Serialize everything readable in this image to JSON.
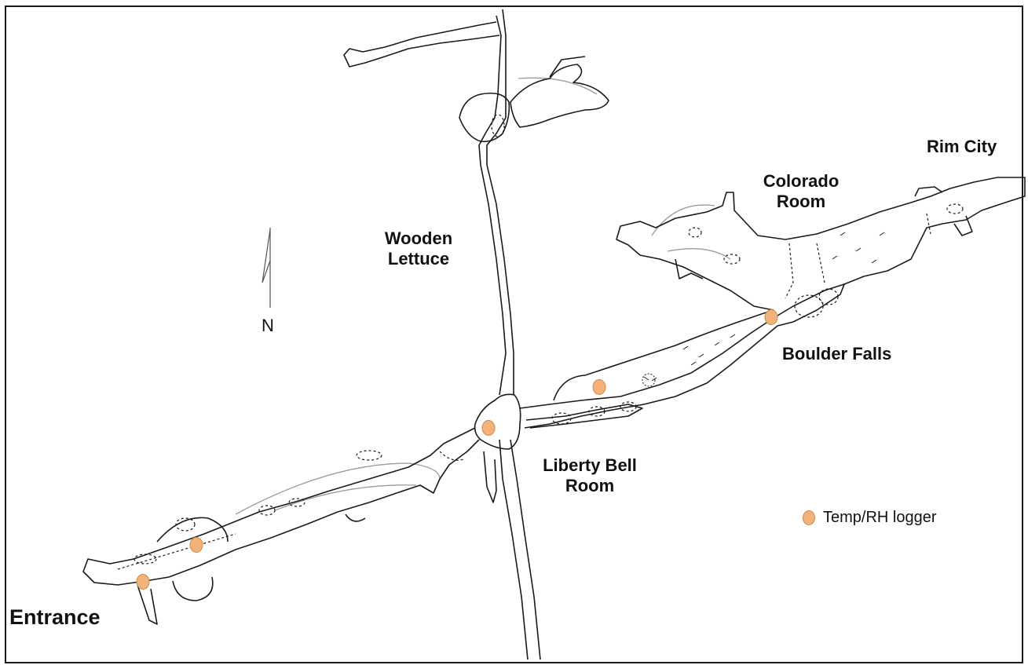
{
  "map": {
    "locations": {
      "wooden_lettuce": "Wooden\nLettuce",
      "colorado_room": "Colorado\nRoom",
      "rim_city": "Rim City",
      "boulder_falls": "Boulder Falls",
      "liberty_bell_room": "Liberty Bell\nRoom",
      "entrance": "Entrance"
    },
    "north_label": "N",
    "legend": {
      "logger_label": "Temp/RH logger"
    },
    "logger_count": 5,
    "colors": {
      "logger_fill": "#f2b27a",
      "logger_stroke": "#c98a4a",
      "passage_stroke": "#1a1a1a",
      "survey_gray": "#9a9a9a",
      "frame": "#1a1a1a"
    }
  }
}
